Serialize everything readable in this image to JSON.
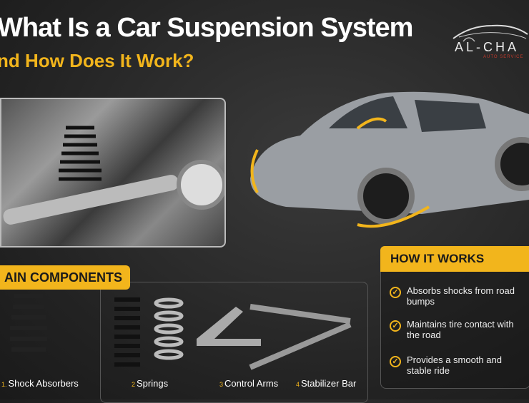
{
  "header": {
    "title": "What Is a Car Suspension System",
    "subtitle": "nd How Does It Work?"
  },
  "logo": {
    "name": "AL-CHA",
    "tagline": "AUTO SERVICE"
  },
  "components": {
    "heading": "AIN COMPONENTS",
    "items": [
      {
        "num": "1.",
        "label": "Shock Absorbers"
      },
      {
        "num": "2",
        "label": "Springs"
      },
      {
        "num": "3",
        "label": "Control Arms"
      },
      {
        "num": "4",
        "label": "Stabilizer Bar"
      }
    ]
  },
  "how_it_works": {
    "heading": "HOW IT WORKS",
    "items": [
      "Absorbs shocks from road bumps",
      "Maintains tire contact with the road",
      "Provides a smooth and stable ride"
    ]
  },
  "colors": {
    "accent": "#f2b51c",
    "background": "#2a2a2a",
    "logo_red": "#c0392b"
  }
}
